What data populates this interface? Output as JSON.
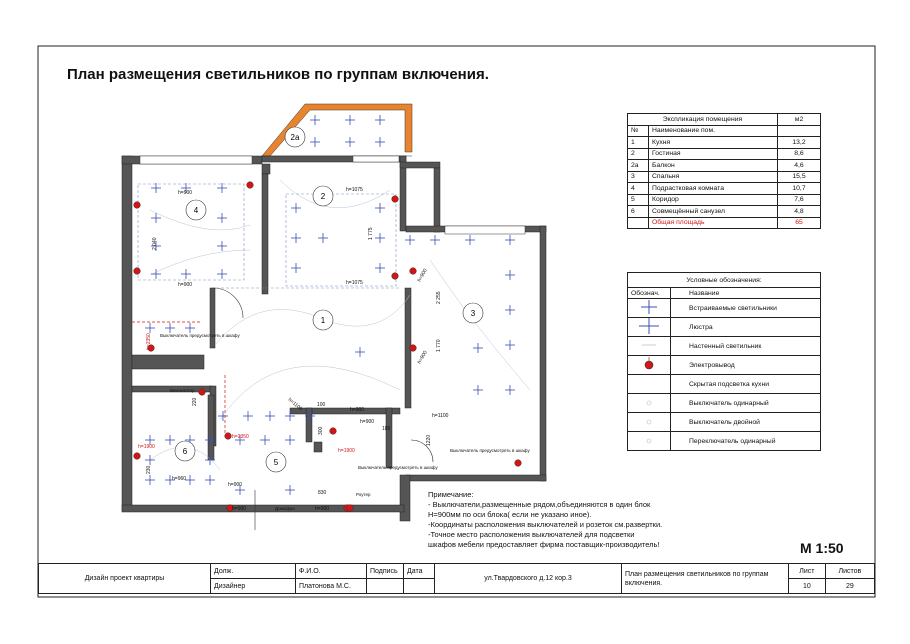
{
  "title": "План размещения светильников по группам включения.",
  "scale": "М 1:50",
  "explication": {
    "header": "Экспликация помещения",
    "unit": "м2",
    "col_no": "№",
    "col_name": "Наименование пом.",
    "rows": [
      {
        "no": "1",
        "name": "Кухня",
        "area": "13,2"
      },
      {
        "no": "2",
        "name": "Гостиная",
        "area": "8,6"
      },
      {
        "no": "2а",
        "name": "Балкон",
        "area": "4,6"
      },
      {
        "no": "3",
        "name": "Спальня",
        "area": "15,5"
      },
      {
        "no": "4",
        "name": "Подрастковая комната",
        "area": "10,7"
      },
      {
        "no": "5",
        "name": "Коридор",
        "area": "7,6"
      },
      {
        "no": "6",
        "name": "Совмещённый  санузел",
        "area": "4,8"
      }
    ],
    "total_label": "Общая площадь",
    "total_value": "65"
  },
  "legend": {
    "header": "Условные обозначения:",
    "col_symbol": "Обознач.",
    "col_name": "Название",
    "items": [
      {
        "icon": "recessed-light",
        "name": "Встраиваемые светильники"
      },
      {
        "icon": "chandelier",
        "name": "Люстра"
      },
      {
        "icon": "wall-lamp",
        "name": "Настенный светильник"
      },
      {
        "icon": "outlet",
        "name": "Электровывод"
      },
      {
        "icon": "hidden-light",
        "name": "Скрытая подсветка кухни"
      },
      {
        "icon": "switch-single",
        "name": "Выключатель одинарный"
      },
      {
        "icon": "switch-double",
        "name": "Выключатель двойной"
      },
      {
        "icon": "toggle-single",
        "name": "Переключатель одинарный"
      }
    ]
  },
  "notes": {
    "heading": "Примечание:",
    "lines": [
      "- Выключатели,размещенные рядом,объединяются в один блок",
      "  H=900мм по оси блока( если не указано иное).",
      "-Координаты расположения выключателей и розеток см.развертки.",
      "-Точное место расположения выключателей для подсветки",
      "шкафов мебели предоставляет фирма поставщик-производитель!"
    ]
  },
  "plan": {
    "rooms": [
      "1",
      "2",
      "2а",
      "3",
      "4",
      "5",
      "6"
    ],
    "dims": [
      "h=900",
      "h=900",
      "h=1075",
      "h=1075",
      "2 040",
      "1 775",
      "2 255",
      "1 770",
      "h=900",
      "h=900",
      "h=1100",
      "h=1100",
      "h=900",
      "h=900",
      "h=960",
      "h=900",
      "h=900",
      "h=1900",
      "h=1900",
      "h=2350",
      "h=2350",
      "100",
      "220",
      "230",
      "300",
      "185",
      "1220",
      "830",
      "h=900"
    ],
    "labels": {
      "switch_wardrobe_1": "Выключатель предусмотреть в шкафу",
      "switch_wardrobe_2": "Выключатель предусмотреть в шкафу",
      "switch_wardrobe_3": "Выключатель предусмотреть в шкафу",
      "ventilator": "Вентилятор",
      "intercom": "Домофон",
      "router": "Роутер"
    }
  },
  "stamp": {
    "project": "Дизайн проект квартиры",
    "col_role": "Долж.",
    "col_name": "Ф.И.О.",
    "col_sign": "Подпись",
    "col_date": "Дата",
    "role": "Дизайнер",
    "person": "Платонова М.С.",
    "address": "ул.Твардовского д.12 кор.3",
    "sheet_title": "План размещения светильников по группам включения.",
    "sheet_label": "Лист",
    "sheets_label": "Листов",
    "sheet_no": "10",
    "sheets_total": "29"
  }
}
